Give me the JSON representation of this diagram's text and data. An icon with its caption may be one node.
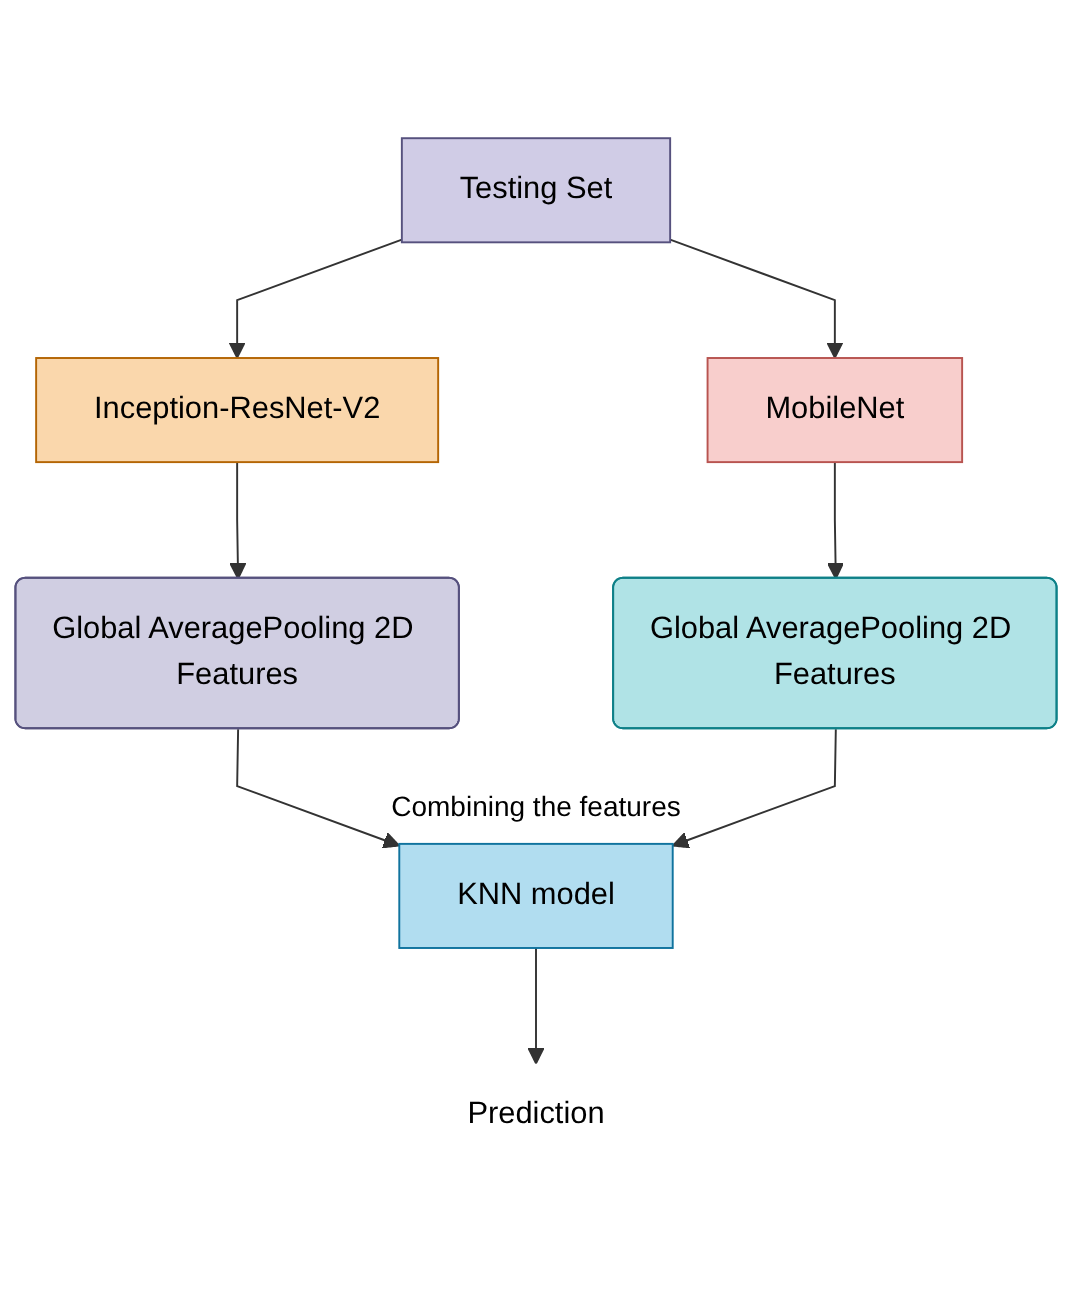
{
  "diagram": {
    "nodes": [
      {
        "text": [
          "Testing Set"
        ]
      },
      {
        "text": [
          "Inception-ResNet-V2"
        ]
      },
      {
        "text": [
          "MobileNet"
        ]
      },
      {
        "text": [
          "Global AveragePooling 2D Features"
        ]
      },
      {
        "text": [
          "Global AveragePooling 2D Features"
        ]
      },
      {
        "text": [
          "KNN model"
        ]
      },
      {
        "text": [
          "Prediction"
        ]
      }
    ],
    "edges": [
      {
        "from": 0,
        "to": 1,
        "arrow": "to"
      },
      {
        "from": 0,
        "to": 2,
        "arrow": "to"
      },
      {
        "from": 1,
        "to": 3,
        "arrow": "to"
      },
      {
        "from": 2,
        "to": 4,
        "arrow": "to"
      },
      {
        "from": 3,
        "to": 5,
        "arrow": "to"
      },
      {
        "from": 4,
        "to": 5,
        "arrow": "to"
      },
      {
        "from": 5,
        "to": 6,
        "arrow": "to"
      }
    ],
    "labels": [
      "Combining the features"
    ]
  }
}
